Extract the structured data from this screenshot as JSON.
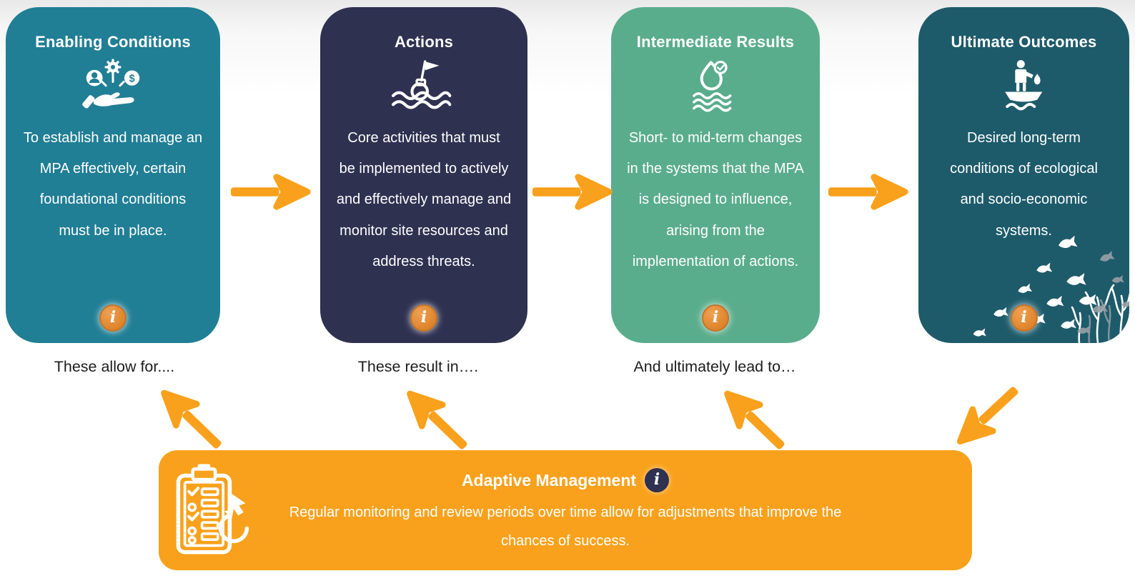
{
  "palette": {
    "enabling_conditions": "#207E95",
    "actions": "#2E3150",
    "intermediate_results": "#5AAD8C",
    "ultimate_outcomes": "#1D5B6B",
    "accent_orange": "#F9A11C",
    "info_badge_orange": "#DD8228",
    "info_badge_navy": "#2E3150"
  },
  "info_glyph": "i",
  "dollar_glyph": "$",
  "cards": [
    {
      "title": "Enabling Conditions",
      "icon": "growth-in-hand-icon",
      "color": "#207E95",
      "body": "To establish and manage an\nMPA effectively, certain\nfoundational conditions\nmust be in place."
    },
    {
      "title": "Actions",
      "icon": "buoy-flag-icon",
      "color": "#2E3150",
      "body": "Core activities that must\nbe implemented to actively\nand effectively manage and\nmonitor site resources and\naddress threats."
    },
    {
      "title": "Intermediate Results",
      "icon": "droplet-check-waves-icon",
      "color": "#5AAD8C",
      "body": "Short- to mid-term changes\nin the systems that the MPA\nis designed to influence,\narising from the\nimplementation of actions."
    },
    {
      "title": "Ultimate Outcomes",
      "icon": "fisher-in-boat-icon",
      "color": "#1D5B6B",
      "body": "Desired long-term\nconditions of ecological\nand socio-economic\nsystems."
    }
  ],
  "connectors": [
    {
      "label": "These allow for...."
    },
    {
      "label": "These result in…."
    },
    {
      "label": "And ultimately lead to…"
    }
  ],
  "adaptive": {
    "title": "Adaptive Management",
    "body": "Regular monitoring and review periods over time allow for adjustments that improve the\nchances of success.",
    "color": "#F9A11C",
    "icon": "checklist-revision-icon"
  }
}
